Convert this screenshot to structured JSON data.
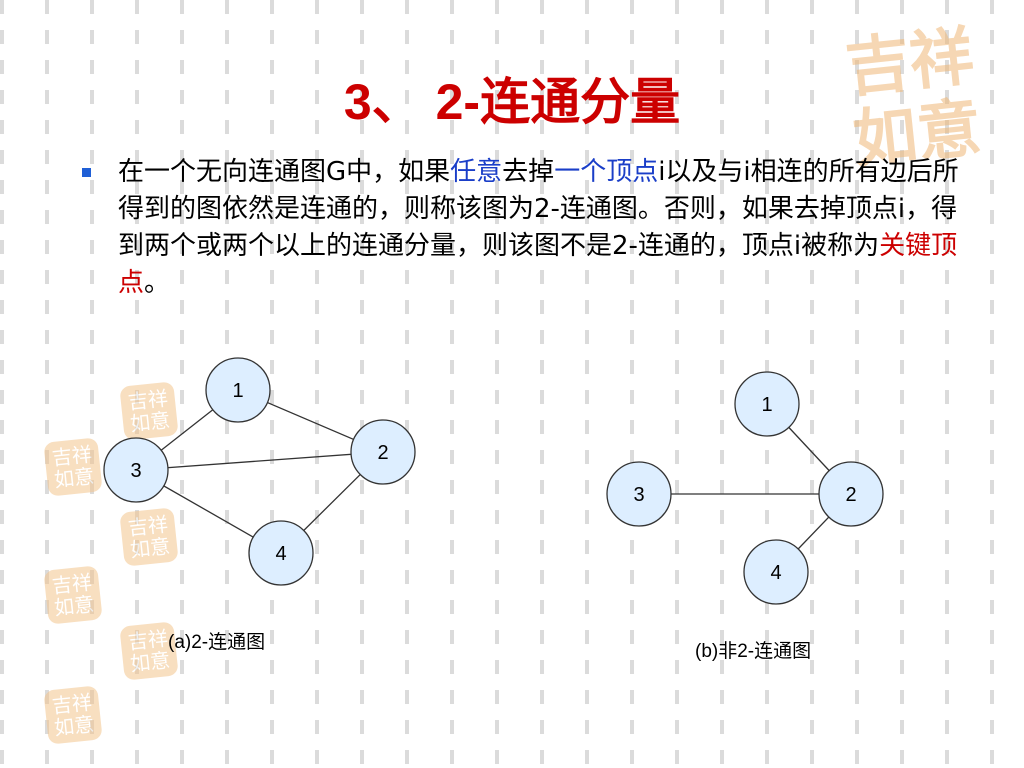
{
  "title": "3、 2-连通分量",
  "bullet": {
    "parts": [
      {
        "text": "在一个无向连通图G中，如果",
        "style": "normal"
      },
      {
        "text": "任意",
        "style": "blue"
      },
      {
        "text": "去掉",
        "style": "normal"
      },
      {
        "text": "一个顶点",
        "style": "blue"
      },
      {
        "text": "i以及与i相连的所有边后所得到的图依然是连通的，则称该图为2-连通图。否则，如果去掉顶点i，得到两个或两个以上的连通分量，则该图不是2-连通的，顶点i被称为",
        "style": "normal"
      },
      {
        "text": "关键顶点",
        "style": "red"
      },
      {
        "text": "。",
        "style": "normal"
      }
    ]
  },
  "graph_a": {
    "caption": "(a)2-连通图",
    "nodes": [
      "1",
      "2",
      "3",
      "4"
    ],
    "edges": [
      [
        "1",
        "3"
      ],
      [
        "1",
        "2"
      ],
      [
        "3",
        "2"
      ],
      [
        "3",
        "4"
      ],
      [
        "4",
        "2"
      ]
    ]
  },
  "graph_b": {
    "caption": "(b)非2-连通图",
    "nodes": [
      "1",
      "2",
      "3",
      "4"
    ],
    "edges": [
      [
        "1",
        "2"
      ],
      [
        "3",
        "2"
      ],
      [
        "4",
        "2"
      ]
    ]
  },
  "colors": {
    "title": "#cc0000",
    "highlight_blue": "#1a3ec8",
    "highlight_red": "#cc0000",
    "node_fill": "#ddeeff",
    "node_stroke": "#333333"
  },
  "decor": {
    "seal_text": "吉祥如意"
  }
}
